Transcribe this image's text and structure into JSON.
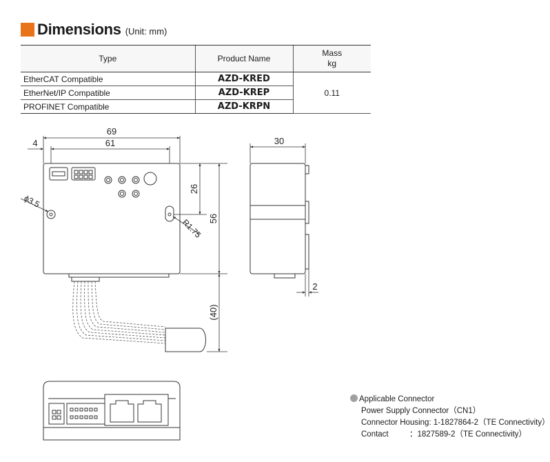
{
  "header": {
    "title": "Dimensions",
    "unit": "(Unit: mm)",
    "accent_color": "#e8731a"
  },
  "table": {
    "headers": {
      "type": "Type",
      "product": "Product Name",
      "mass_line1": "Mass",
      "mass_line2": "kg"
    },
    "rows": [
      {
        "type": "EtherCAT Compatible",
        "product": "AZD-KRED"
      },
      {
        "type": "EtherNet/IP Compatible",
        "product": "AZD-KREP"
      },
      {
        "type": "PROFINET Compatible",
        "product": "AZD-KRPN"
      }
    ],
    "mass": "0.11"
  },
  "dims": {
    "width_69": "69",
    "width_61": "61",
    "offset_4": "4",
    "depth_30": "30",
    "height_26": "26",
    "height_56": "56",
    "cable_40": "(40)",
    "phi": "ϕ3.5",
    "radius": "R1.75",
    "two": "2"
  },
  "connector": {
    "heading": "Applicable Connector",
    "line1": "Power Supply Connector（CN1）",
    "line2": "Connector Housing: 1-1827864-2（TE Connectivity）",
    "contact_label": "Contact",
    "contact_value": "：1827589-2（TE Connectivity）"
  }
}
